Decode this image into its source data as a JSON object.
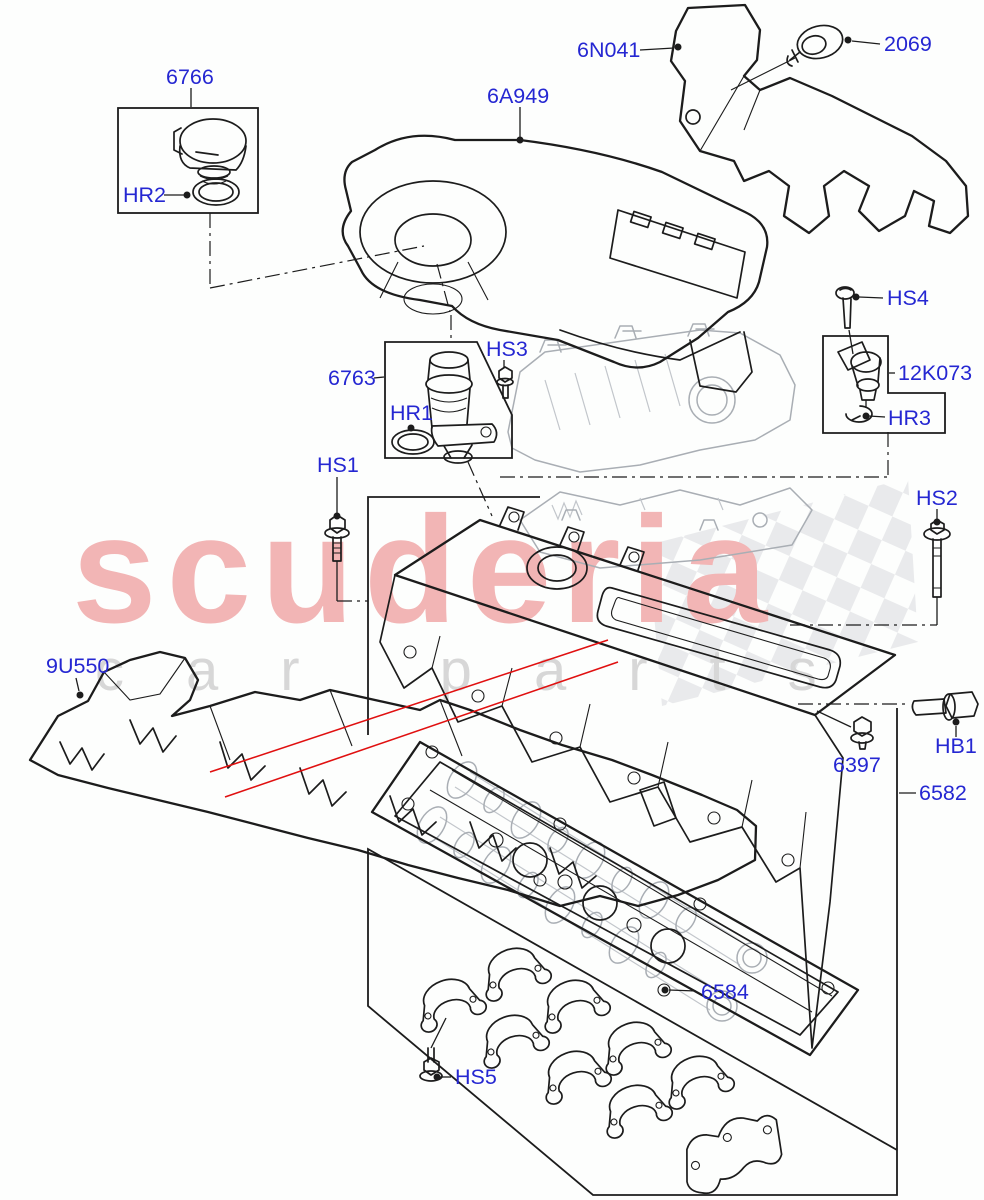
{
  "diagram_title": "Camshaft cover exploded parts diagram",
  "watermark": {
    "brand": "scuderia",
    "sub": "car parts"
  },
  "colors": {
    "callout_blue": "#2527d2",
    "line_black": "#1c1c1c",
    "ghost_grey": "#a9aeb4",
    "leader_red": "#e01010",
    "watermark_pink": "#f2b5b5",
    "watermark_grey": "#d7d7d7",
    "flag_grey": "#d9dade"
  },
  "callouts": [
    {
      "text": "6766"
    },
    {
      "text": "HR2"
    },
    {
      "text": "6A949"
    },
    {
      "text": "6N041"
    },
    {
      "text": "2069"
    },
    {
      "text": "HS4"
    },
    {
      "text": "12K073"
    },
    {
      "text": "HR3"
    },
    {
      "text": "6763"
    },
    {
      "text": "HS3"
    },
    {
      "text": "HR1"
    },
    {
      "text": "HS1"
    },
    {
      "text": "HS2"
    },
    {
      "text": "9U550"
    },
    {
      "text": "HB1"
    },
    {
      "text": "6397"
    },
    {
      "text": "6582"
    },
    {
      "text": "6584"
    },
    {
      "text": "HS5"
    }
  ]
}
